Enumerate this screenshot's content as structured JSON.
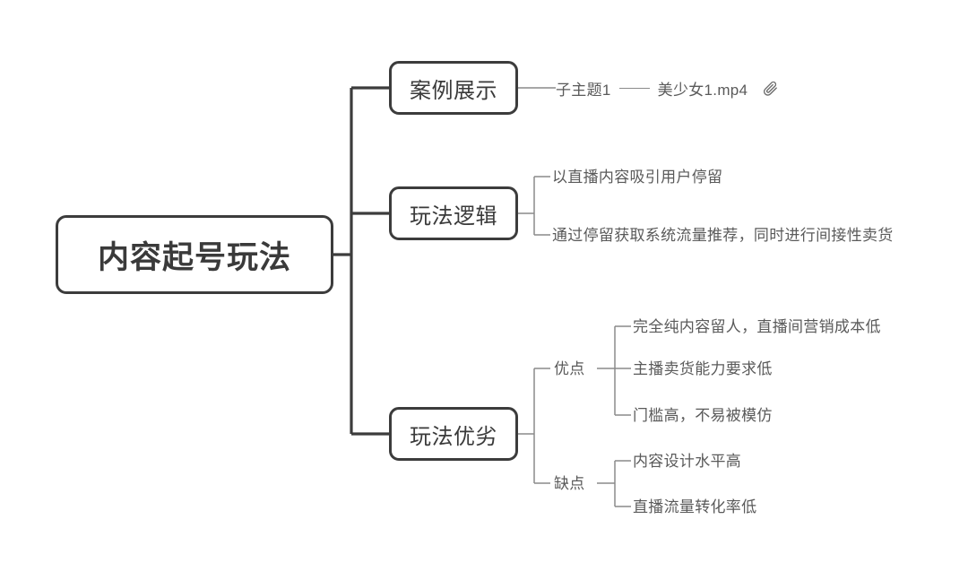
{
  "diagram": {
    "type": "mindmap",
    "background": "#ffffff",
    "node_border_color": "#3c3c3c",
    "text_color": "#5a5a5a",
    "connector_color": "#8a8a8a",
    "root": {
      "label": "内容起号玩法"
    },
    "branches": [
      {
        "id": "branch-case",
        "label": "案例展示",
        "children": [
          {
            "id": "subtopic-1",
            "label": "子主题1",
            "attachment_label": "美少女1.mp4",
            "attachment_icon": "paperclip-icon"
          }
        ]
      },
      {
        "id": "branch-logic",
        "label": "玩法逻辑",
        "children": [
          {
            "id": "logic-1",
            "label": "以直播内容吸引用户停留"
          },
          {
            "id": "logic-2",
            "label": "通过停留获取系统流量推荐，同时进行间接性卖货"
          }
        ]
      },
      {
        "id": "branch-proscons",
        "label": "玩法优劣",
        "groups": [
          {
            "id": "group-pros",
            "label": "优点",
            "children": [
              {
                "id": "pro-1",
                "label": "完全纯内容留人，直播间营销成本低"
              },
              {
                "id": "pro-2",
                "label": "主播卖货能力要求低"
              },
              {
                "id": "pro-3",
                "label": "门槛高，不易被模仿"
              }
            ]
          },
          {
            "id": "group-cons",
            "label": "缺点",
            "children": [
              {
                "id": "con-1",
                "label": "内容设计水平高"
              },
              {
                "id": "con-2",
                "label": "直播流量转化率低"
              }
            ]
          }
        ]
      }
    ]
  }
}
